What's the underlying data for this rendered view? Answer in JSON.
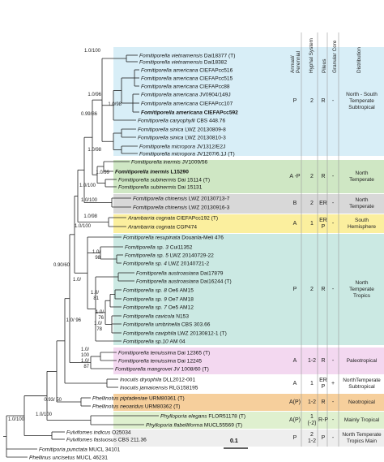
{
  "header": {
    "annual": "Annual/\nPerennial",
    "hyphal": "Hyphal System",
    "pileus": "Pileus",
    "granular": "Granular Core",
    "distribution": "Distribution"
  },
  "clades": [
    {
      "color": "#d8eef7",
      "annual": "P",
      "hyphal": "2",
      "pileus": "R",
      "granular": "-",
      "distribution": "North - South\nTemperate\nSubtropical"
    },
    {
      "color": "#cfe7c4",
      "annual": "A -P",
      "hyphal": "2",
      "pileus": "R",
      "granular": "-",
      "distribution": "North\nTemperate"
    },
    {
      "color": "#d8d8d8",
      "annual": "B",
      "hyphal": "2",
      "pileus": "ER",
      "granular": "-",
      "distribution": "North\nTemperate"
    },
    {
      "color": "#fbef9e",
      "annual": "A",
      "hyphal": "1",
      "pileus": "ER\nP",
      "granular": "-",
      "distribution": "South\nHemisphere"
    },
    {
      "color": "#cbe9e3",
      "annual": "P",
      "hyphal": "2",
      "pileus": "R",
      "granular": "-",
      "distribution": "North\nTemperate\nTropics"
    },
    {
      "color": "#f3d8f0",
      "annual": "A",
      "hyphal": "1-2",
      "pileus": "R",
      "granular": "-",
      "distribution": "Paleotropical"
    },
    {
      "color": "#ffffff",
      "annual": "A",
      "hyphal": "1",
      "pileus": "ER\nP",
      "granular": "+",
      "distribution": "NorthTemperate\nSubtropical"
    },
    {
      "color": "#f6cf9c",
      "annual": "A(P)",
      "hyphal": "1-2",
      "pileus": "R",
      "granular": "-",
      "distribution": "Neotropical"
    },
    {
      "color": "#dff0cf",
      "annual": "A(P)",
      "hyphal": "1\n(-2)",
      "pileus": "R-P",
      "granular": "-",
      "distribution": "Mainly Tropical"
    },
    {
      "color": "#eeeeee",
      "annual": "P",
      "hyphal": "2\n1-2",
      "pileus": "P",
      "granular": "-",
      "distribution": "North Temperate\nTropics Main"
    }
  ],
  "taxa": [
    {
      "genus": "Fomitiporella",
      "epithet": "vietnamensis",
      "voucher": "Dai18377 (T)",
      "bold": false
    },
    {
      "genus": "Fomitiporella",
      "epithet": "vietnamensis",
      "voucher": "Dai18382",
      "bold": false
    },
    {
      "genus": "Fomitiporella",
      "epithet": "americana",
      "voucher": "CIEFAPcc516",
      "bold": false
    },
    {
      "genus": "Fomitiporella",
      "epithet": "americana",
      "voucher": "CIEFAPcc515",
      "bold": false
    },
    {
      "genus": "Fomitiporella",
      "epithet": "americana",
      "voucher": "CIEFAPcc88",
      "bold": false
    },
    {
      "genus": "Fomitiporella",
      "epithet": "americana",
      "voucher": "JV0904/149J",
      "bold": false
    },
    {
      "genus": "Fomitiporella",
      "epithet": "americana",
      "voucher": "CIEFAPcc107",
      "bold": false
    },
    {
      "genus": "Fomitiporella",
      "epithet": "americana",
      "voucher": "CIEFAPcc592",
      "bold": true
    },
    {
      "genus": "Fomitiporella",
      "epithet": "caryophylli",
      "voucher": "CBS 448.76",
      "bold": false
    },
    {
      "genus": "Fomitiporella",
      "epithet": "sinica",
      "voucher": "LWZ 20130809-8",
      "bold": false
    },
    {
      "genus": "Fomitiporella",
      "epithet": "sinica",
      "voucher": "LWZ 20130810-3",
      "bold": false
    },
    {
      "genus": "Fomitiporella",
      "epithet": "micropora",
      "voucher": "JV1312/E2J",
      "bold": false
    },
    {
      "genus": "Fomitiporella",
      "epithet": "micropora",
      "voucher": "JV1207/6.1J (T)",
      "bold": false
    },
    {
      "genus": "Fomitiporella",
      "epithet": "inermis",
      "voucher": "JV1009/56",
      "bold": false
    },
    {
      "genus": "Fomitiporella",
      "epithet": "inermis",
      "voucher": "L15290",
      "bold": true
    },
    {
      "genus": "Fomitiporella",
      "epithet": "subinermis",
      "voucher": "Dai 15114 (T)",
      "bold": false
    },
    {
      "genus": "Fomitiporella",
      "epithet": "subinermis",
      "voucher": "Dai 15131",
      "bold": false
    },
    {
      "genus": "Fomitiporella",
      "epithet": "chinensis",
      "voucher": "LWZ 20130713-7",
      "bold": false
    },
    {
      "genus": "Fomitiporella",
      "epithet": "chinensis",
      "voucher": "LWZ 20130916-3",
      "bold": false
    },
    {
      "genus": "Arambarria",
      "epithet": "cognata",
      "voucher": "CIEFAPcc192 (T)",
      "bold": false
    },
    {
      "genus": "Arambarria",
      "epithet": "cognata",
      "voucher": "CGP474",
      "bold": false
    },
    {
      "genus": "Fomitiporella",
      "epithet": "resupinata",
      "voucher": "Douanla-Meli 476",
      "bold": false
    },
    {
      "genus": "Fomitiporella",
      "epithet": "sp. 3",
      "voucher": "Cui11352",
      "bold": false
    },
    {
      "genus": "Fomitiporella",
      "epithet": "sp. 5",
      "voucher": "LWZ 20140729-22",
      "bold": false
    },
    {
      "genus": "Fomitiporella",
      "epithet": "sp. 4",
      "voucher": "LWZ 20140721-2",
      "bold": false
    },
    {
      "genus": "Fomitiporella",
      "epithet": "austroasiana",
      "voucher": "Dai17879",
      "bold": false
    },
    {
      "genus": "Fomitiporella",
      "epithet": "austroasiana",
      "voucher": "Dai16244 (T)",
      "bold": false
    },
    {
      "genus": "Fomitiporella",
      "epithet": "sp. 8",
      "voucher": "Oe6 AM15",
      "bold": false
    },
    {
      "genus": "Fomitiporella",
      "epithet": "sp. 9",
      "voucher": "Oe7 AM18",
      "bold": false
    },
    {
      "genus": "Fomitiporella",
      "epithet": "sp. 7",
      "voucher": "Oe5 AM12",
      "bold": false
    },
    {
      "genus": "Fomitiporella",
      "epithet": "cavicola",
      "voucher": "N153",
      "bold": false
    },
    {
      "genus": "Fomitiporella",
      "epithet": "umbrinella",
      "voucher": "CBS 303.66",
      "bold": false
    },
    {
      "genus": "Fomitiporella",
      "epithet": "caviphila",
      "voucher": "LWZ 20130812-1 (T)",
      "bold": false
    },
    {
      "genus": "Fomitiporella",
      "epithet": "sp.10",
      "voucher": "AM 04",
      "bold": false
    },
    {
      "genus": "Fomitiporella",
      "epithet": "tenuissima",
      "voucher": "Dai 12365 (T)",
      "bold": false
    },
    {
      "genus": "Fomitiporella",
      "epithet": "tenuissima",
      "voucher": "Dai 12245",
      "bold": false
    },
    {
      "genus": "Fomitiporella",
      "epithet": "mangrovei",
      "voucher": "JV 1008/60 (T)",
      "bold": false
    },
    {
      "genus": "Inocutis",
      "epithet": "dryophila",
      "voucher": "DLL2012-001",
      "bold": false
    },
    {
      "genus": "Inocutis",
      "epithet": "jamaicensis",
      "voucher": "RLG158195",
      "bold": false
    },
    {
      "genus": "Phellinotus",
      "epithet": "piptadeniae",
      "voucher": "URM80361 (T)",
      "bold": false
    },
    {
      "genus": "Phellinotus",
      "epithet": "neoaridus",
      "voucher": "URM80362 (T)",
      "bold": false
    },
    {
      "genus": "Phylloporia",
      "epithet": "elegans",
      "voucher": "FLOR51178 (T)",
      "bold": false
    },
    {
      "genus": "Phylloporia",
      "epithet": "flabelliforma",
      "voucher": "MUCL55569 (T)",
      "bold": false
    },
    {
      "genus": "Fulvifomes",
      "epithet": "indicus",
      "voucher": "O25034",
      "bold": false
    },
    {
      "genus": "Fulvifomes",
      "epithet": "fastuosus",
      "voucher": "CBS 211.36",
      "bold": false
    },
    {
      "genus": "Fomitiporia",
      "epithet": "punctata",
      "voucher": "MUCL 34101",
      "bold": false
    },
    {
      "genus": "Phellinus",
      "epithet": "uncisetus",
      "voucher": "MUCL 46231",
      "bold": false
    }
  ],
  "supports": [
    "1.0/100",
    "1.0/96",
    "1.0/98",
    "1.0/99",
    "0.99/86",
    "1.0/98",
    "1.0/100",
    "1.0/100",
    "1.0/100",
    "1.0/98",
    "0.90/60",
    "1.0/",
    "1.0/ 96",
    "1.0/\n98",
    "1.0/\n81",
    "1.0/\n76",
    "1.0/\n78",
    "1.0/\n100",
    "1.0/\n87",
    "0.93/ 50",
    "1.0/100",
    "1.0/100"
  ],
  "scale_label": "0.1"
}
